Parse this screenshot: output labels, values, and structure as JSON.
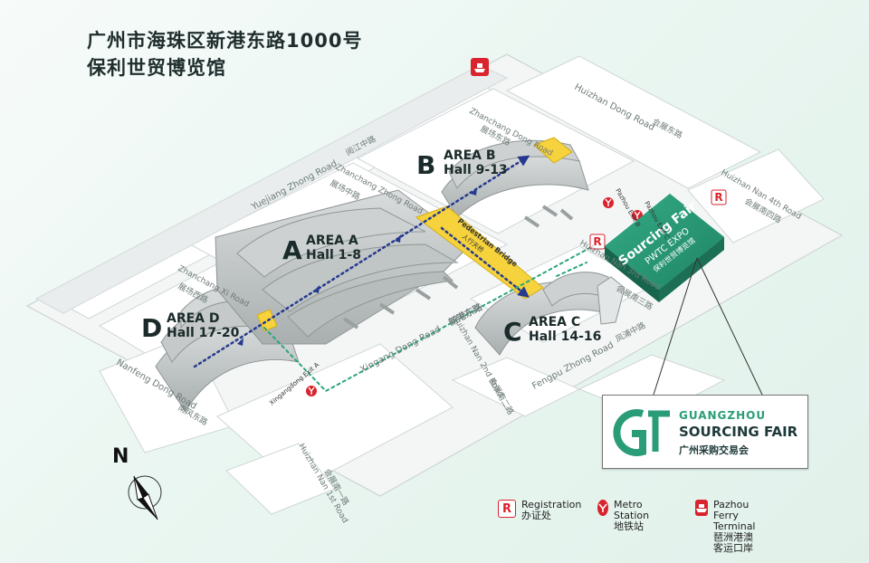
{
  "title": {
    "line1": "广州市海珠区新港东路1000号",
    "line2": "保利世贸博览馆"
  },
  "areas": {
    "a": {
      "letter": "A",
      "name": "AREA A",
      "halls": "Hall 1-8"
    },
    "b": {
      "letter": "B",
      "name": "AREA B",
      "halls": "Hall 9-13"
    },
    "c": {
      "letter": "C",
      "name": "AREA C",
      "halls": "Hall 14-16"
    },
    "d": {
      "letter": "D",
      "name": "AREA D",
      "halls": "Hall 17-20"
    }
  },
  "roads": {
    "huizhan_dong": "Huizhan Dong Road",
    "huizhan_dong_cn": "会展东路",
    "yuejiang_zhong": "Yuejiang Zhong Road",
    "yuejiang_zhong_cn": "阅江中路",
    "zhanchang_dong": "Zhanchang Dong Road",
    "zhanchang_dong_cn": "展场东路",
    "zhanchang_zhong": "Zhanchang Zhong Road",
    "zhanchang_zhong_cn": "展场中路",
    "zhanchang_xi": "Zhanchang Xi Road",
    "zhanchang_xi_cn": "展场西路",
    "nanfeng_dong": "Nanfeng Dong Road",
    "nanfeng_dong_cn": "南风东路",
    "xingang_dong": "Xingang Dong Road",
    "xingang_dong_cn": "新港东路",
    "huizhan_nan_2nd": "Huizhan Nan 2nd Road",
    "huizhan_nan_2nd_cn": "会展南二路",
    "huizhan_nan_1st": "Huizhan Nan 1st Road",
    "huizhan_nan_1st_cn": "会展南一路",
    "huizhan_nan_3rd": "Huizhan Nan 3rd Road",
    "huizhan_nan_3rd_cn": "会展南三路",
    "huizhan_nan_4th": "Huizhan Nan 4th Road",
    "huizhan_nan_4th_cn": "会展南四路",
    "fengpu_zhong": "Fengpu Zhong Road",
    "fengpu_zhong_cn": "凤浦中路",
    "pedestrian_bridge": "Pedestrian Bridge",
    "pedestrian_bridge_cn": "人行天桥"
  },
  "metro": {
    "pazhou_b": "Pazhou Exit B",
    "pazhou_c": "Pazhou Exit C",
    "xingangdong_a": "Xingangdong Exit A"
  },
  "venue": {
    "sign_en": "Sourcing Fair",
    "sign_sub": "PWTC EXPO",
    "sign_cn": "保利世贸博览馆"
  },
  "logo": {
    "line1": "GUANGZHOU",
    "line2": "SOURCING FAIR",
    "line3": "广州采购交易会"
  },
  "compass": {
    "north": "N"
  },
  "legend": {
    "registration": {
      "icon": "R",
      "en": "Registration",
      "cn": "办证处"
    },
    "metro": {
      "icon": "metro-icon",
      "en": "Metro Station",
      "cn": "地铁站"
    },
    "ferry": {
      "icon": "ferry-icon",
      "en": "Pazhou Ferry Terminal",
      "cn": "琶洲港澳客运口岸"
    }
  },
  "colors": {
    "green": "#2a9d78",
    "route_blue": "#253a8f",
    "route_green": "#2aa47a",
    "bridge_yellow": "#f6d23c",
    "marker_red": "#d9232d"
  }
}
